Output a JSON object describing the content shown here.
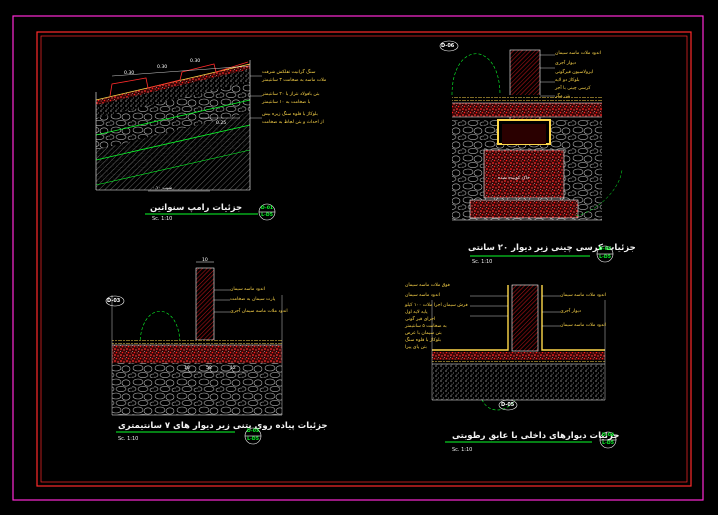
{
  "frame": {
    "outer_color": "#ff2ad6",
    "inner_color": "#ff2a2a"
  },
  "colors": {
    "title": "#f2f2f2",
    "note_yellow": "#ffd84a",
    "green_line": "#0aff2a",
    "concrete_red": "#e0171c",
    "stone_grey": "#b8b8b8"
  },
  "details": {
    "d1": {
      "title": "جزئیات رامپ سنواتین",
      "scale": "Sc. 1:10",
      "ref": "D-01",
      "tag_top": "D-01",
      "tag_bottom": "L-D5",
      "dims": [
        "0.30",
        "0.30",
        "0.30"
      ],
      "base_dim": "0.25",
      "slope_label": "شیب ۰.۱۰",
      "notes": [
        "سنگ گرانیت تفلکش شرفت",
        "ملات ماسه به ضخامت ۳ سانتیمتر",
        "بتن بافولاد نتراز با ۲۰ سانتیمتر",
        "با ضخامت به ۱۰ سانتیمتر",
        "بلوکاژ با قلوه سنگ زیره بیش",
        "از احداث و بتن لجاظ به ضخامت"
      ]
    },
    "d2": {
      "title": "جزئیات کرسی چینی زیر دیوار ۲۰ سانتی",
      "scale": "Sc. 1:10",
      "ref": "D-06",
      "tag_top": "D-02",
      "tag_bottom": "L-D5",
      "notes": [
        "اندود ملات ماسه سیمان",
        "دیوار آجری",
        "ایزولاسیون قیرگونی",
        "بلوکاژ دو لایه",
        "کرسی چینی با آجر",
        "بتن مگر"
      ],
      "fill_label": "خاک کوبیده شده"
    },
    "d3": {
      "title": "جزئیات پیاده روی بتنی زیر دیوار های ۷ سانتیمتری",
      "scale": "Sc. 1:10",
      "ref": "D-03",
      "tag_top": "D-03",
      "tag_bottom": "L-D5",
      "dims": [
        "10",
        "16",
        "58",
        "12"
      ],
      "notes": [
        "اندود ماسه سیمان",
        "پارت سیمان به ضخامت",
        "اندود ملات ماسه سیمان آجری"
      ]
    },
    "d4": {
      "title": "جزئیات دیوارهای داخلی با عایق رطوبتی",
      "scale": "Sc. 1:10",
      "ref": "D-05",
      "tag_top": "D-04",
      "tag_bottom": "L-D5",
      "notes_left": [
        "فوق ملات ماسه سیمان",
        "اندود ماسه سیمان",
        "فرش سیمان اجرا ملات ۱۰۰ کیلو",
        "پایه لایه اول",
        "اجرای قیر گونی",
        "به ضخامت ۵ سانتیمتر",
        "بتن سیمان با عرض",
        "بلوکاژ با قلوه سنگ",
        "بتن پای پیرا"
      ],
      "notes_right": [
        "اندود ملات ماسه سیمان",
        "دیوار آجری",
        "اندود ملات ماسه سیمان"
      ]
    }
  }
}
